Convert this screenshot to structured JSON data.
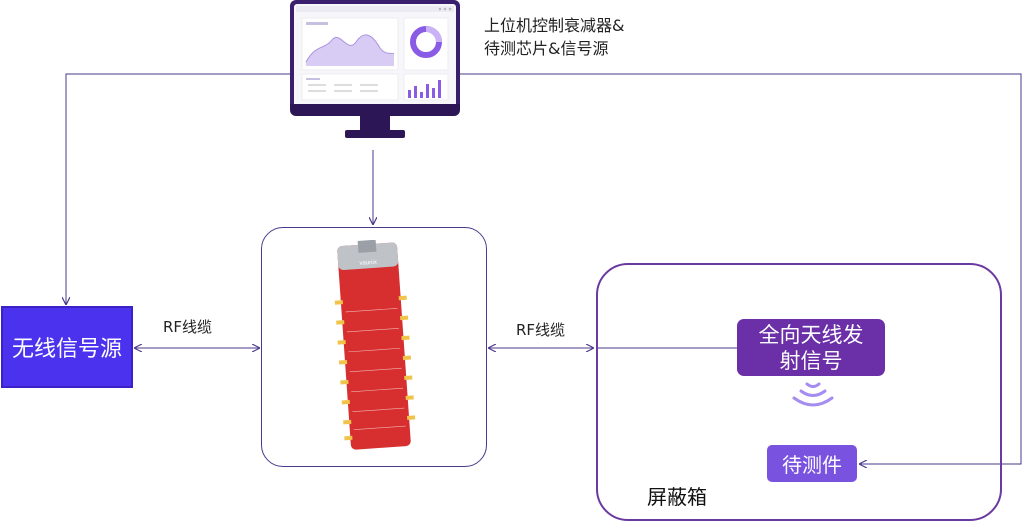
{
  "pc_label_line1": "上位机控制衰减器&",
  "pc_label_line2": "待测芯片&信号源",
  "source_label": "无线信号源",
  "cable_left_label": "RF线缆",
  "cable_right_label": "RF线缆",
  "antenna_label_line1": "全向天线发",
  "antenna_label_line2": "射信号",
  "dut_label": "待测件",
  "shield_label": "屏蔽箱",
  "board_brand": "vaunix",
  "colors": {
    "line": "#4b3a8c",
    "source_fill": "#4a32ee",
    "shield_border": "#6b3aa0",
    "antenna_fill": "#6b2fa8",
    "dut_fill": "#7a52e0",
    "board_red": "#e23a3a",
    "monitor_frame": "#3a1f6e"
  }
}
